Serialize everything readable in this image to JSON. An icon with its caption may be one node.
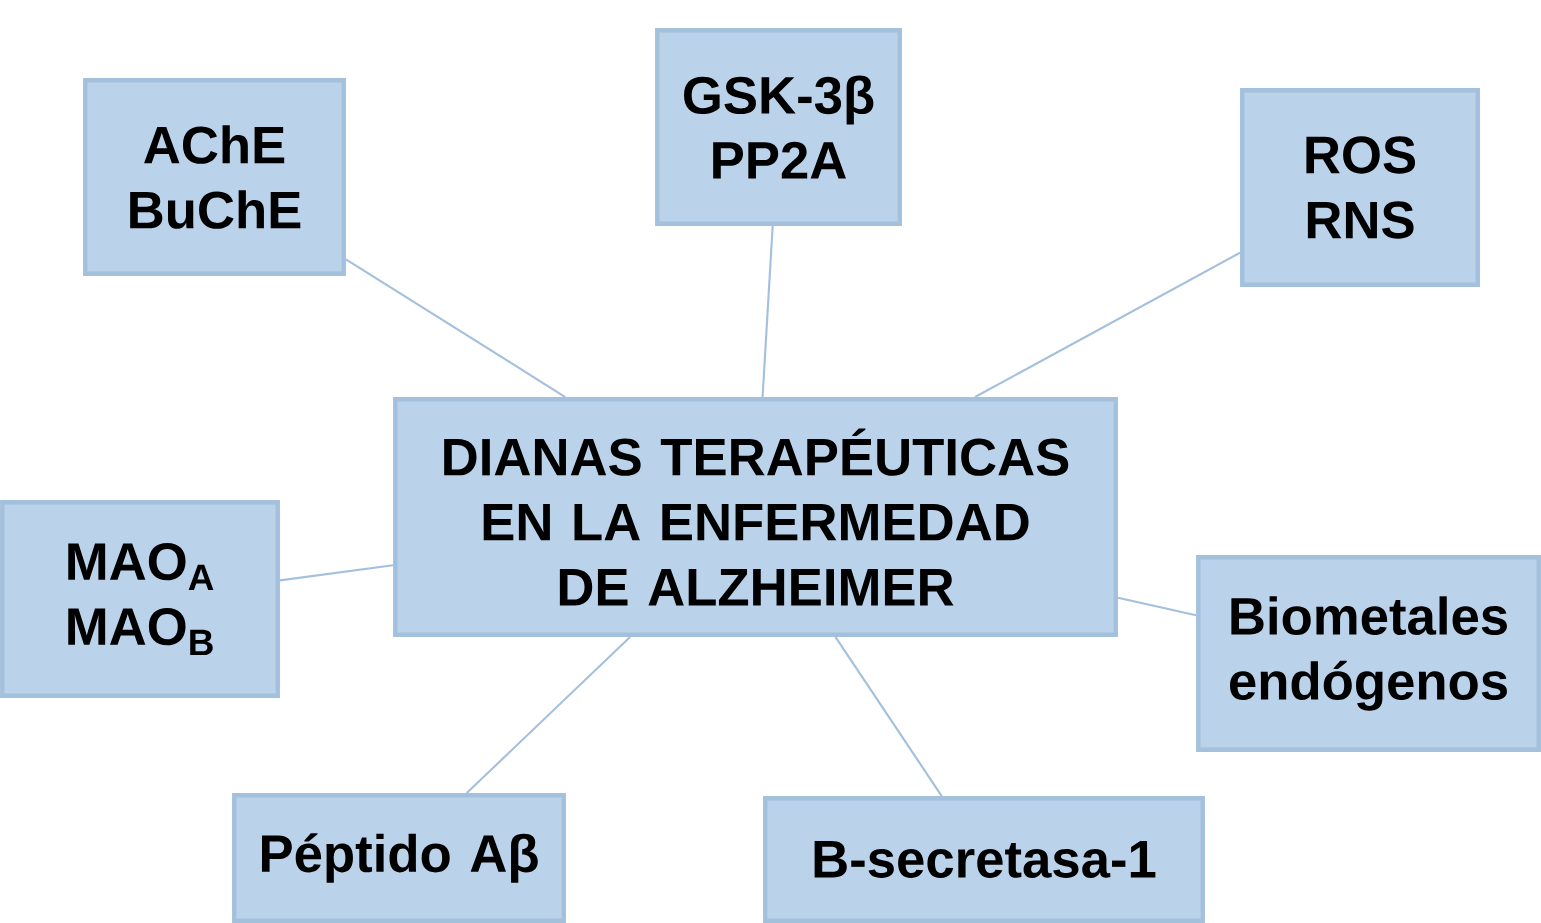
{
  "diagram": {
    "nodes": [
      {
        "text": [
          "GSK-3β",
          "PP2A"
        ]
      },
      {
        "text": [
          "AChE",
          "BuChE"
        ]
      },
      {
        "text": [
          "ROS",
          "RNS"
        ]
      },
      {
        "text": [
          "DIANAS TERAPÉUTICAS EN LA ENFERMEDAD DE ALZHEIMER"
        ]
      },
      {
        "text": [
          "MAO$_{A}$",
          "MAO$_{B}$"
        ]
      },
      {
        "text": [
          "Biometales endógenos"
        ]
      },
      {
        "text": [
          "Péptido Aβ"
        ]
      },
      {
        "text": [
          "B-secretasa-1"
        ]
      }
    ],
    "edges": [
      {
        "from": 3,
        "to": 0,
        "arrow": "none"
      },
      {
        "from": 3,
        "to": 1,
        "arrow": "none"
      },
      {
        "from": 3,
        "to": 2,
        "arrow": "none"
      },
      {
        "from": 3,
        "to": 4,
        "arrow": "none"
      },
      {
        "from": 3,
        "to": 5,
        "arrow": "none"
      },
      {
        "from": 3,
        "to": 6,
        "arrow": "none"
      },
      {
        "from": 3,
        "to": 7,
        "arrow": "none"
      }
    ]
  }
}
